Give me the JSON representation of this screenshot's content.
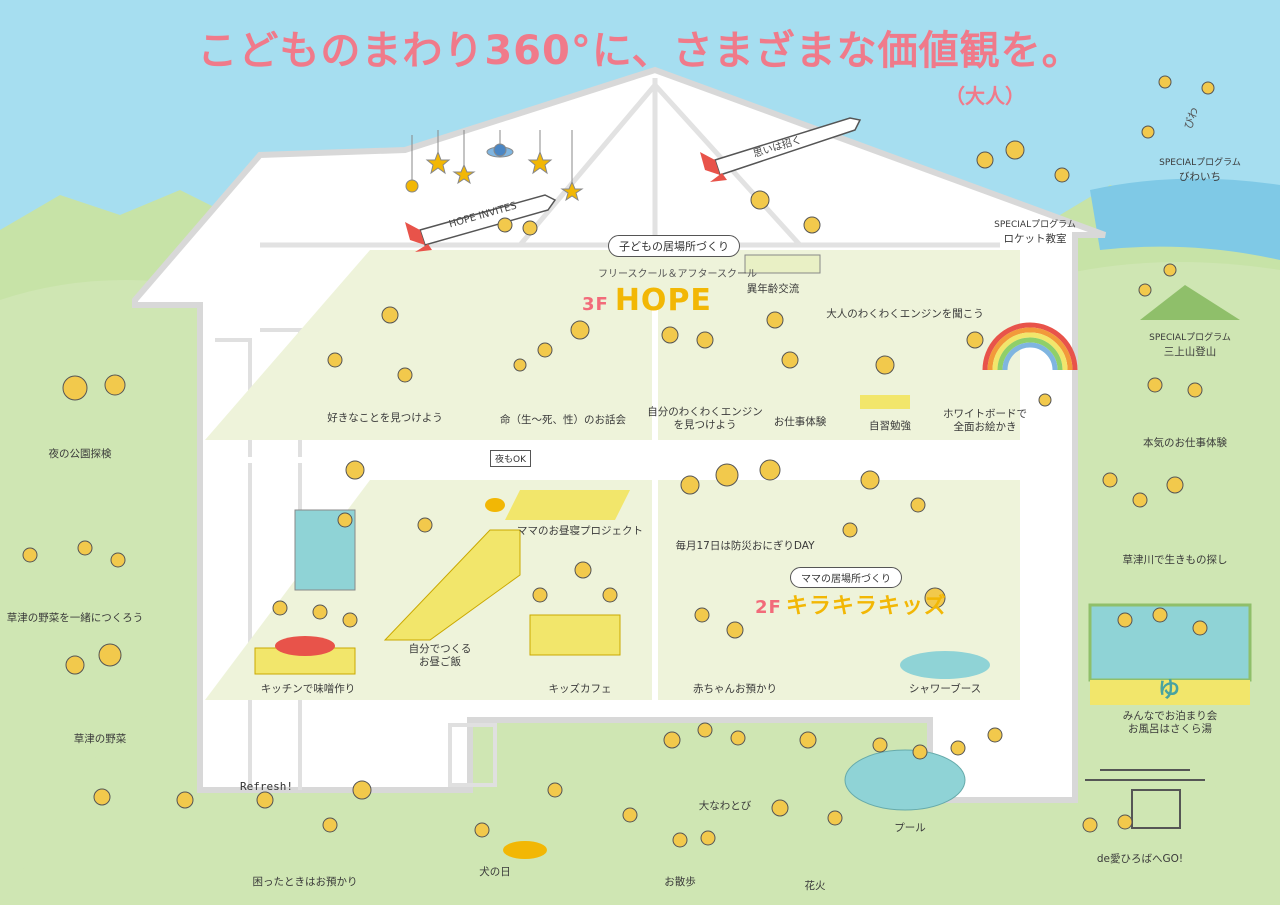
{
  "title": "こどものまわり360°に、さまざまな価値観を。",
  "subtitle": "（大人）",
  "colors": {
    "sky": "#a6def0",
    "ground": "#cfe6b3",
    "title_pink": "#f07a8a",
    "accent_yellow": "#f2e66b",
    "accent_red": "#e8534a",
    "accent_teal": "#8fd3d6"
  },
  "floor3": {
    "floor_label": "3F",
    "name": "HOPE",
    "badge": "子どもの居場所づくり",
    "tagline": "フリースクール＆アフタースクール",
    "items": [
      "好きなことを見つけよう",
      "命（生〜死、性）のお話会",
      "自分のわくわくエンジン",
      "を見つけよう",
      "お仕事体験",
      "自習勉強",
      "ホワイトボードで",
      "全面お絵かき"
    ]
  },
  "floor2": {
    "floor_label": "2F",
    "name": "キラキラキッズ",
    "badge": "ママの居場所づくり",
    "items": [
      "ママのお昼寝プロジェクト",
      "毎月17日は防災おにぎりDAY",
      "キッズカフェ",
      "赤ちゃんお預かり",
      "シャワーブース",
      "自分でつくる",
      "お昼ご飯",
      "キッチンで味噌作り"
    ]
  },
  "roof": {
    "rocket1": "HOPE INVITES",
    "rocket2": "思いは招く",
    "items": [
      "異年齢交流",
      "大人のわくわくエンジンを聞こう"
    ]
  },
  "special": [
    {
      "tag": "SPECIALプログラム",
      "name": "ロケット教室"
    },
    {
      "tag": "SPECIALプログラム",
      "name": "びわいち"
    },
    {
      "tag": "SPECIALプログラム",
      "name": "三上山登山"
    }
  ],
  "left_side": [
    "夜の公園探検",
    "草津の野菜を一緒につくろう",
    "草津の野菜"
  ],
  "right_side": [
    "本気のお仕事体験",
    "草津川で生きもの探し",
    "みんなでお泊まり会",
    "お風呂はさくら湯",
    "de愛ひろばへGO!"
  ],
  "bath_sign": "ゆ",
  "yard": [
    "困ったときはお預かり",
    "犬の日",
    "大なわとび",
    "お散歩",
    "花火",
    "プール"
  ],
  "refresh": "Refresh!",
  "night_sign": "夜もOK",
  "biwa": "びわ"
}
